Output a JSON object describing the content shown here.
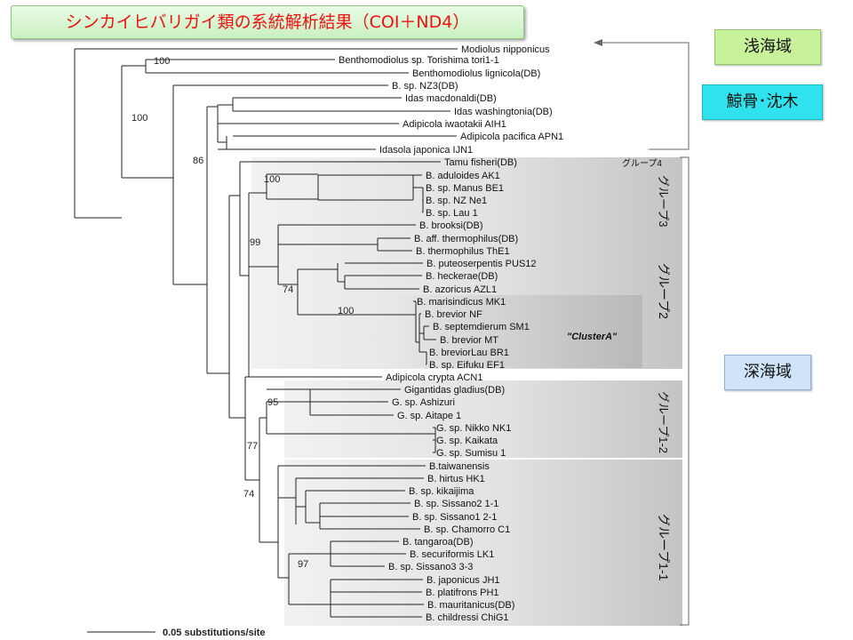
{
  "title": "シンカイヒバリガイ類の系統解析結果（COI＋ND4）",
  "tags": {
    "shallow": "浅海域",
    "whale": "鯨骨･沈木",
    "deep": "深海域"
  },
  "taxa": [
    "Modiolus nipponicus",
    "Benthomodiolus sp. Torishima tori1-1",
    "Benthomodiolus lignicola(DB)",
    "B. sp. NZ3(DB)",
    "Idas macdonaldi(DB)",
    "Idas washingtonia(DB)",
    "Adipicola iwaotakii AIH1",
    "Adipicola pacifica APN1",
    "Idasola japonica IJN1",
    "Tamu fisheri(DB)",
    "B. aduloides AK1",
    "B. sp. Manus BE1",
    "B. sp. NZ Ne1",
    "B. sp. Lau 1",
    "B. brooksi(DB)",
    "B. aff. thermophilus(DB)",
    "B. thermophilus ThE1",
    "B. puteoserpentis PUS12",
    "B. heckerae(DB)",
    "B. azoricus AZL1",
    "B. marisindicus MK1",
    "B. brevior NF",
    "B. septemdierum SM1",
    "B. brevior MT",
    "B. breviorLau BR1",
    "B. sp. Eifuku EF1",
    "Adipicola crypta ACN1",
    "Gigantidas gladius(DB)",
    "G. sp. Ashizuri",
    "G. sp. Aitape 1",
    "G. sp. Nikko NK1",
    "G. sp. Kaikata",
    "G. sp. Sumisu 1",
    "B.taiwanensis",
    "B. hirtus HK1",
    "B. sp. kikaijima",
    "B. sp. Sissano2 1-1",
    "B. sp. Sissano1 2-1",
    "B. sp. Chamorro C1",
    "B. tangaroa(DB)",
    "B. securiformis LK1",
    "B. sp. Sissano3 3-3",
    "B. japonicus JH1",
    "B. platifrons PH1",
    "B. mauritanicus(DB)",
    "B. childressi ChiG1"
  ],
  "bootstrap": [
    "100",
    "100",
    "86",
    "100",
    "99",
    "74",
    "100",
    "95",
    "77",
    "74",
    "97"
  ],
  "groups": [
    "グループ4",
    "グループ3",
    "グループ2",
    "グループ1-2",
    "グループ1-1"
  ],
  "cluster_label": "\"ClusterA\"",
  "scale_label": "0.05 substitutions/site"
}
